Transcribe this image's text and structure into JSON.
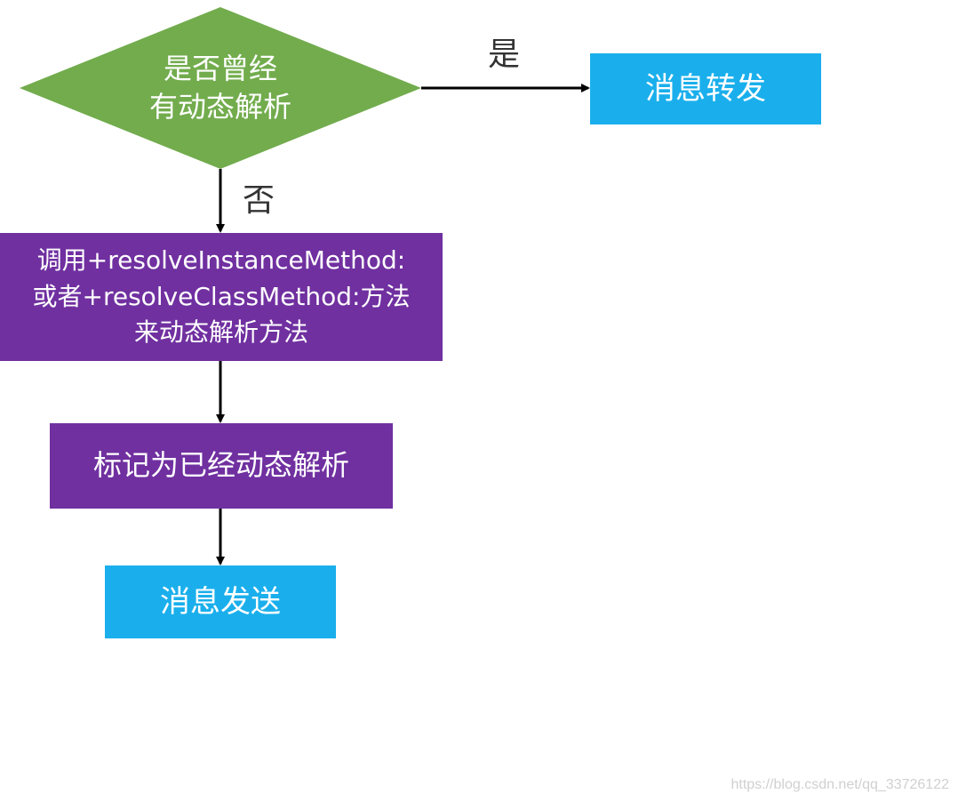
{
  "decision": {
    "text": "是否曾经\n有动态解析",
    "color": "#72ac4d"
  },
  "edges": {
    "yes_label": "是",
    "no_label": "否"
  },
  "nodes": {
    "message_forward": {
      "text": "消息转发",
      "color": "#1aafec"
    },
    "call_resolve": {
      "text": "调用+resolveInstanceMethod:\n或者+resolveClassMethod:方法\n来动态解析方法",
      "color": "#7030a0"
    },
    "mark_resolved": {
      "text": "标记为已经动态解析",
      "color": "#7030a0"
    },
    "message_send": {
      "text": "消息发送",
      "color": "#1aafec"
    }
  },
  "watermark": "https://blog.csdn.net/qq_33726122"
}
